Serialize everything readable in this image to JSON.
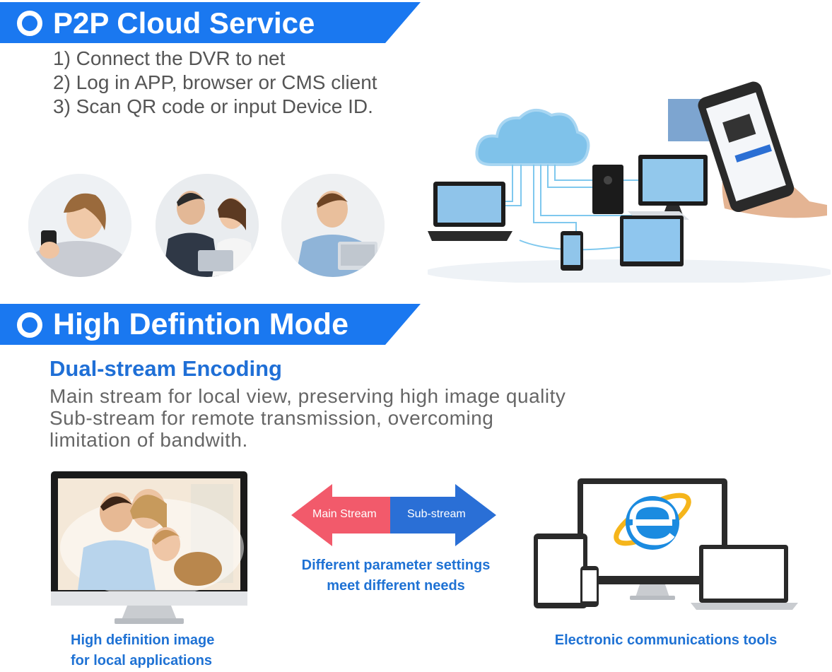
{
  "p2p": {
    "title": "P2P Cloud Service",
    "steps": [
      "1) Connect the DVR to net",
      "2) Log in APP, browser or CMS client",
      "3) Scan QR code or input Device ID."
    ]
  },
  "hd": {
    "title": "High Defintion Mode",
    "subtitle": "Dual-stream Encoding",
    "description": [
      "Main stream for local view, preserving high image quality",
      "Sub-stream for remote transmission, overcoming",
      "limitation of bandwith."
    ],
    "arrows": {
      "left_label": "Main Stream",
      "right_label": "Sub-stream"
    },
    "captions": {
      "monitor": [
        "High definition image",
        "for local applications"
      ],
      "arrows": [
        "Different parameter settings",
        "meet different needs"
      ],
      "devices": [
        "Electronic communications tools"
      ]
    }
  },
  "colors": {
    "banner": "#1a78f0",
    "accent_text": "#1f6fd6",
    "main_stream": "#f25a6b",
    "sub_stream": "#2a6fd6"
  },
  "icons": [
    "cloud-icon",
    "internet-explorer-logo-icon"
  ]
}
